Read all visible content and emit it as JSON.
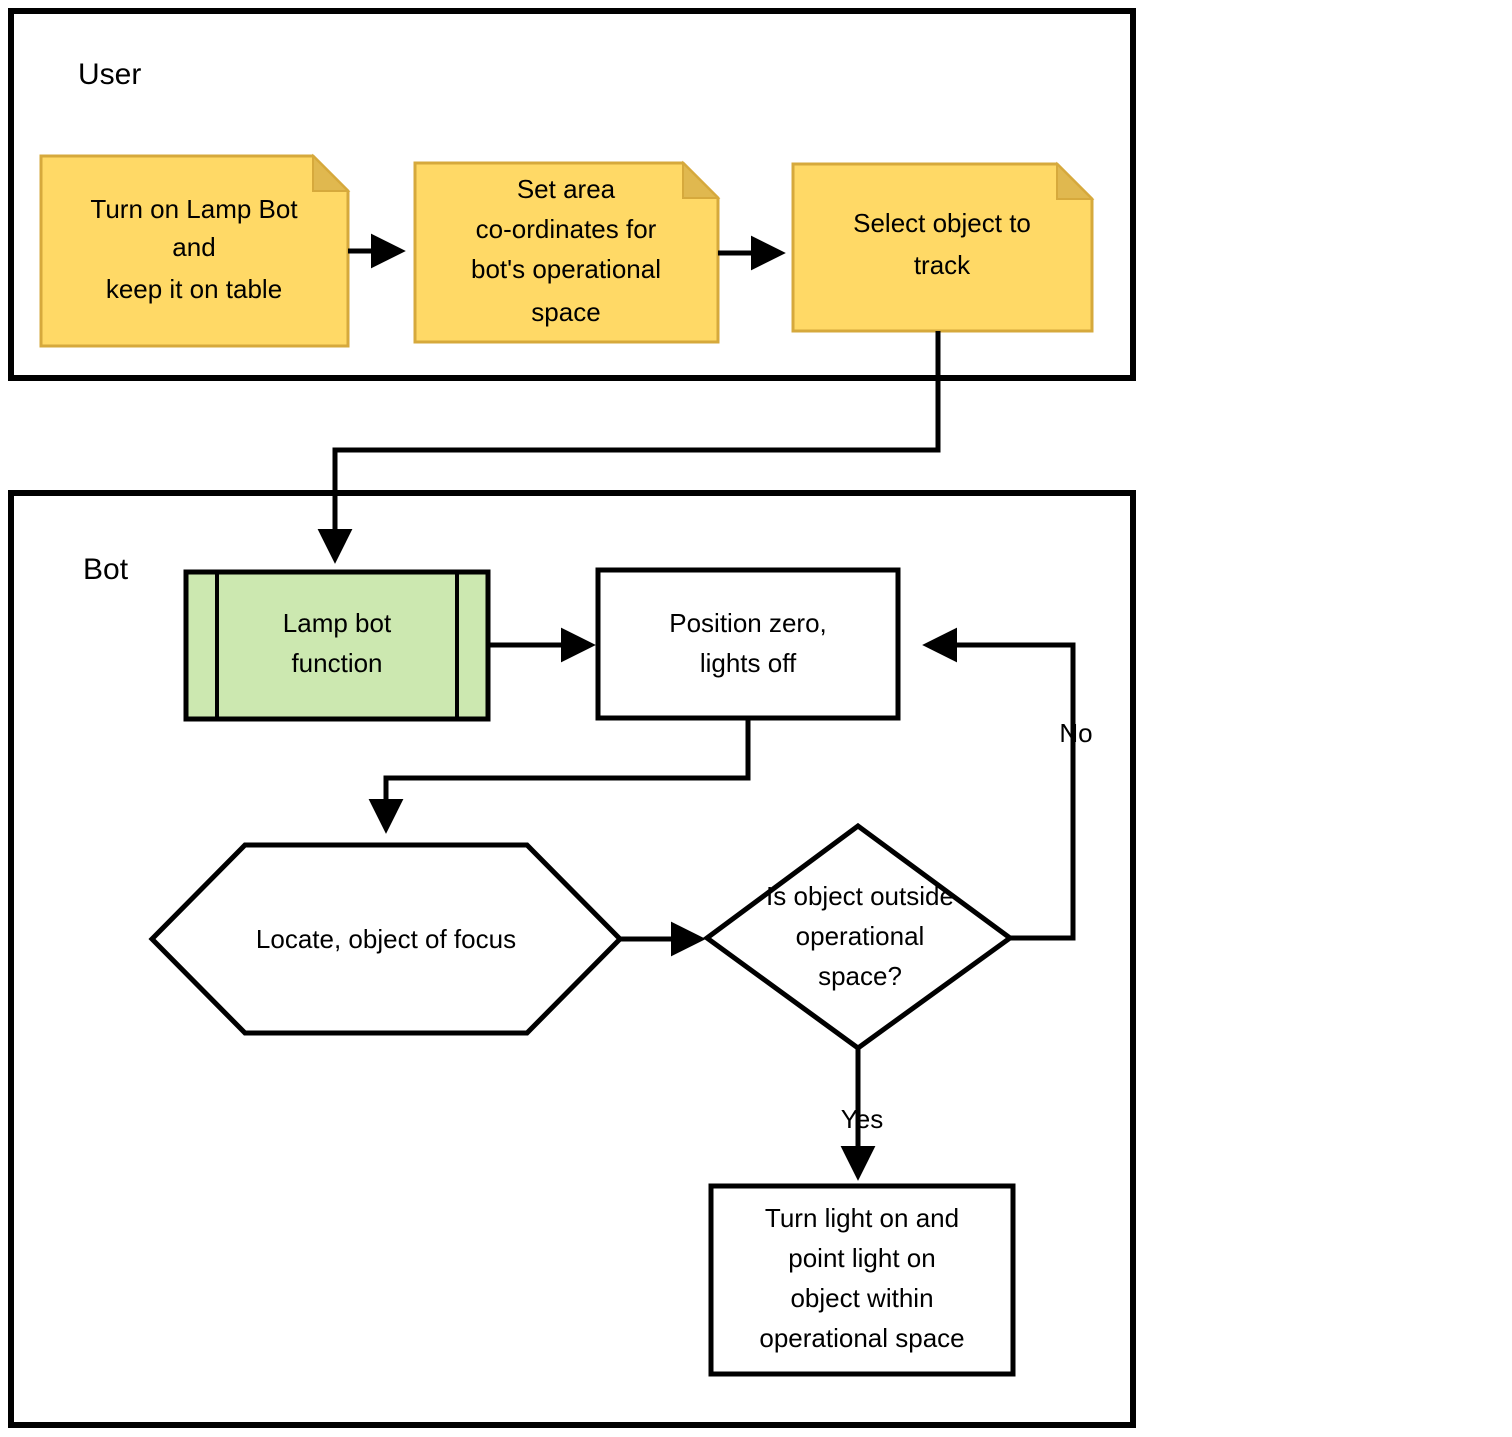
{
  "diagram": {
    "title": "Lamp Bot operation flowchart",
    "colors": {
      "note_fill": "#ffd966",
      "note_fold": "#e0b84f",
      "note_stroke": "#d6a93c",
      "predefined_fill": "#cce8b0",
      "process_fill": "#ffffff",
      "stroke": "#000000",
      "background": "#ffffff"
    }
  },
  "lanes": [
    {
      "id": "user",
      "label": "User"
    },
    {
      "id": "bot",
      "label": "Bot"
    }
  ],
  "nodes": {
    "turn_on": {
      "shape": "note",
      "lines": [
        "Turn on Lamp Bot",
        "and",
        "keep it on table"
      ]
    },
    "set_area": {
      "shape": "note",
      "lines": [
        "Set area",
        "co-ordinates for",
        "bot's operational",
        "space"
      ]
    },
    "select_object": {
      "shape": "note",
      "lines": [
        "Select object to",
        "track"
      ]
    },
    "lamp_bot_function": {
      "shape": "predefined-process",
      "lines": [
        "Lamp bot",
        "function"
      ]
    },
    "position_zero": {
      "shape": "process",
      "lines": [
        "Position zero,",
        "lights off"
      ]
    },
    "locate_object": {
      "shape": "hexagon",
      "lines": [
        "Locate, object of focus"
      ]
    },
    "is_outside": {
      "shape": "decision",
      "lines": [
        "Is object outside",
        "operational",
        "space?"
      ]
    },
    "turn_light_on": {
      "shape": "process",
      "lines": [
        "Turn light on and",
        "point light on",
        "object within",
        "operational space"
      ]
    }
  },
  "edges": [
    {
      "id": "e1",
      "from": "turn_on",
      "to": "set_area",
      "label": ""
    },
    {
      "id": "e2",
      "from": "set_area",
      "to": "select_object",
      "label": ""
    },
    {
      "id": "e3",
      "from": "select_object",
      "to": "lamp_bot_function",
      "label": ""
    },
    {
      "id": "e4",
      "from": "lamp_bot_function",
      "to": "position_zero",
      "label": ""
    },
    {
      "id": "e5",
      "from": "position_zero",
      "to": "locate_object",
      "label": ""
    },
    {
      "id": "e6",
      "from": "locate_object",
      "to": "is_outside",
      "label": ""
    },
    {
      "id": "e7",
      "from": "is_outside",
      "to": "position_zero",
      "label": "No"
    },
    {
      "id": "e8",
      "from": "is_outside",
      "to": "turn_light_on",
      "label": "Yes"
    }
  ],
  "edge_labels": {
    "no": "No",
    "yes": "Yes"
  }
}
